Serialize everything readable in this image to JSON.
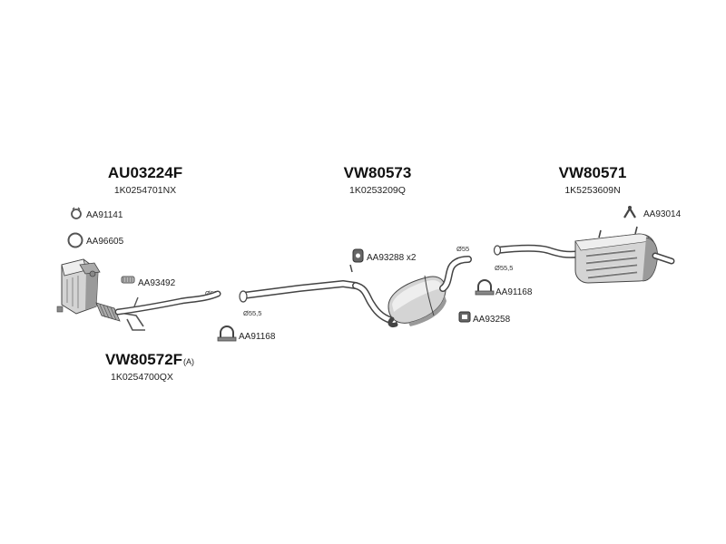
{
  "parts": {
    "catalyst": {
      "number": "AU03224F",
      "oem": "1K0254701NX"
    },
    "downpipe": {
      "number": "VW80572F",
      "suffix": "(A)",
      "oem": "1K0254700QX"
    },
    "middle_silencer": {
      "number": "VW80573",
      "oem": "1K0253209Q"
    },
    "rear_silencer": {
      "number": "VW80571",
      "oem": "1K5253609N"
    }
  },
  "accessories": {
    "aa91141": "AA91141",
    "aa96605": "AA96605",
    "aa93492": "AA93492",
    "aa91168_front": "AA91168",
    "aa93288": "AA93288 x2",
    "aa91168_mid": "AA91168",
    "aa93258": "AA93258",
    "aa93014": "AA93014"
  },
  "dimensions": {
    "cat_outlet": "Ø55",
    "front_pipe_inlet": "Ø55,5",
    "mid_outlet": "Ø55",
    "rear_inlet": "Ø55,5"
  }
}
